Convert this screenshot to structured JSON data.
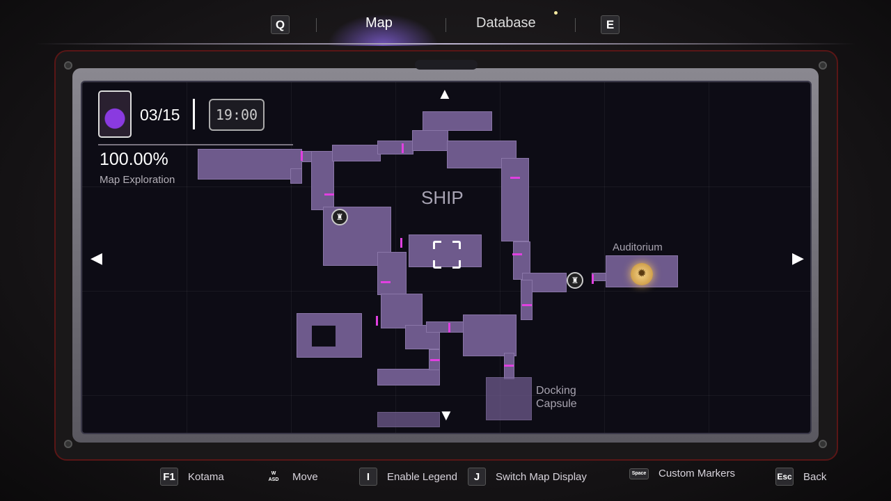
{
  "topbar": {
    "left_key": "Q",
    "tabs": [
      {
        "label": "Map",
        "active": true
      },
      {
        "label": "Database",
        "active": false
      }
    ],
    "right_key": "E"
  },
  "status": {
    "kotama_count": "03/15",
    "clock": "19:00",
    "exploration_percent": "100.00%",
    "exploration_label": "Map Exploration",
    "exploration_progress": 1.0
  },
  "map": {
    "area_name": "SHIP",
    "labels": [
      "Auditorium",
      "Docking",
      "Capsule"
    ]
  },
  "hints": [
    {
      "key": "F1",
      "label": "Kotama"
    },
    {
      "key": "W\nASD",
      "label": "Move"
    },
    {
      "key": "I",
      "label": "Enable Legend"
    },
    {
      "key": "J",
      "label": "Switch Map Display"
    },
    {
      "key": "Space",
      "label": "Custom Markers"
    },
    {
      "key": "Esc",
      "label": "Back"
    }
  ],
  "colors": {
    "room": "#6e5a8c",
    "door": "#e040e0",
    "accent": "#9a70ff"
  }
}
